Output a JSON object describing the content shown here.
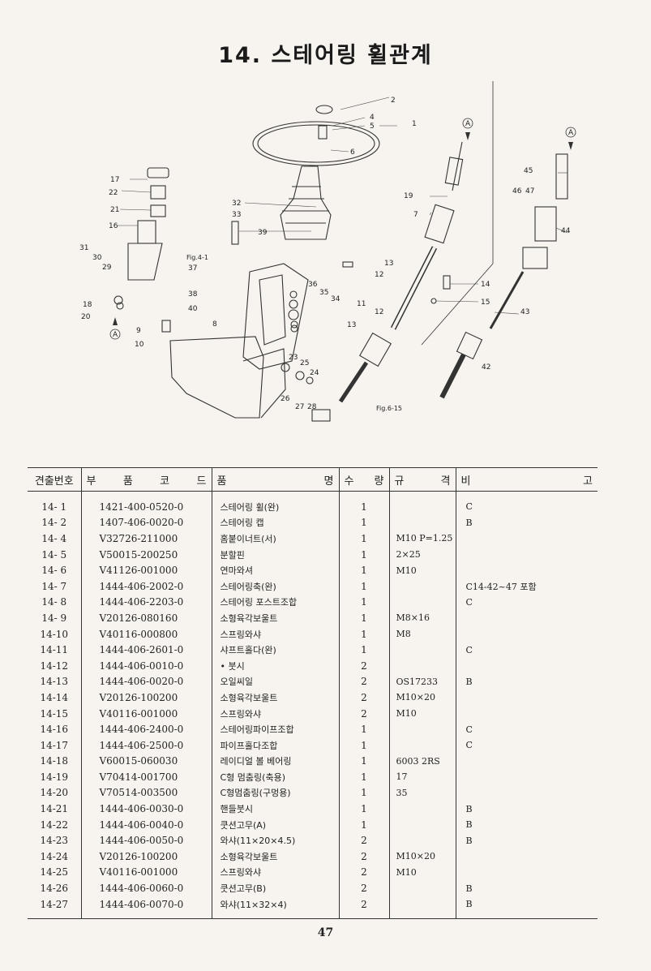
{
  "title": "14. 스테어링 휠관계",
  "diagram": {
    "figure_refs": [
      "Fig.4-1",
      "Fig.6-15"
    ],
    "arrow_marker": "A",
    "callouts": [
      "1",
      "2",
      "4",
      "5",
      "6",
      "7",
      "8",
      "9",
      "10",
      "11",
      "12",
      "12",
      "13",
      "13",
      "14",
      "15",
      "16",
      "17",
      "19",
      "20",
      "21",
      "22",
      "23",
      "24",
      "25",
      "26",
      "27",
      "28",
      "29",
      "30",
      "31",
      "32",
      "33",
      "34",
      "35",
      "36",
      "37",
      "38",
      "39",
      "40",
      "42",
      "43",
      "44",
      "45",
      "46",
      "47",
      "18"
    ]
  },
  "table": {
    "headers": [
      "견출번호",
      "부 품 코 드",
      "품 명",
      "수 량",
      "규 격",
      "비 고"
    ],
    "rows": [
      [
        "14- 1",
        "1421-400-0520-0",
        "스테어링 휠(완)",
        "1",
        "",
        "C"
      ],
      [
        "14- 2",
        "1407-406-0020-0",
        "스테어링 캡",
        "1",
        "",
        "B"
      ],
      [
        "14- 4",
        "V32726-211000",
        "홈붙이너트(서)",
        "1",
        "M10 P=1.25",
        ""
      ],
      [
        "14- 5",
        "V50015-200250",
        "분할핀",
        "1",
        "2×25",
        ""
      ],
      [
        "14- 6",
        "V41126-001000",
        "연마와셔",
        "1",
        "M10",
        ""
      ],
      [
        "14- 7",
        "1444-406-2002-0",
        "스테어링축(완)",
        "1",
        "",
        "C14-42~47 포함"
      ],
      [
        "14- 8",
        "1444-406-2203-0",
        "스테어링 포스트조합",
        "1",
        "",
        "C"
      ],
      [
        "14- 9",
        "V20126-080160",
        "소형육각보울트",
        "1",
        "M8×16",
        ""
      ],
      [
        "14-10",
        "V40116-000800",
        "스프링와샤",
        "1",
        "M8",
        ""
      ],
      [
        "14-11",
        "1444-406-2601-0",
        "샤프트홀다(완)",
        "1",
        "",
        "C"
      ],
      [
        "14-12",
        "1444-406-0010-0",
        "• 붓시",
        "2",
        "",
        ""
      ],
      [
        "14-13",
        "1444-406-0020-0",
        "오일씨일",
        "2",
        "OS17233",
        "B"
      ],
      [
        "14-14",
        "V20126-100200",
        "소형육각보울트",
        "2",
        "M10×20",
        ""
      ],
      [
        "14-15",
        "V40116-001000",
        "스프링와샤",
        "2",
        "M10",
        ""
      ],
      [
        "14-16",
        "1444-406-2400-0",
        "스테어링파이프조합",
        "1",
        "",
        "C"
      ],
      [
        "14-17",
        "1444-406-2500-0",
        "파이프홀다조합",
        "1",
        "",
        "C"
      ],
      [
        "14-18",
        "V60015-060030",
        "레이디얼 볼 베어링",
        "1",
        "6003 2RS",
        ""
      ],
      [
        "14-19",
        "V70414-001700",
        "C형 멈춤링(축용)",
        "1",
        "17",
        ""
      ],
      [
        "14-20",
        "V70514-003500",
        "C형멈춤링(구멍용)",
        "1",
        "35",
        ""
      ],
      [
        "14-21",
        "1444-406-0030-0",
        "핸들붓시",
        "1",
        "",
        "B"
      ],
      [
        "14-22",
        "1444-406-0040-0",
        "쿳션고무(A)",
        "1",
        "",
        "B"
      ],
      [
        "14-23",
        "1444-406-0050-0",
        "와샤(11×20×4.5)",
        "2",
        "",
        "B"
      ],
      [
        "14-24",
        "V20126-100200",
        "소형육각보울트",
        "2",
        "M10×20",
        ""
      ],
      [
        "14-25",
        "V40116-001000",
        "스프링와샤",
        "2",
        "M10",
        ""
      ],
      [
        "14-26",
        "1444-406-0060-0",
        "쿳션고무(B)",
        "2",
        "",
        "B"
      ],
      [
        "14-27",
        "1444-406-0070-0",
        "와샤(11×32×4)",
        "2",
        "",
        "B"
      ]
    ]
  },
  "page_number": "47"
}
